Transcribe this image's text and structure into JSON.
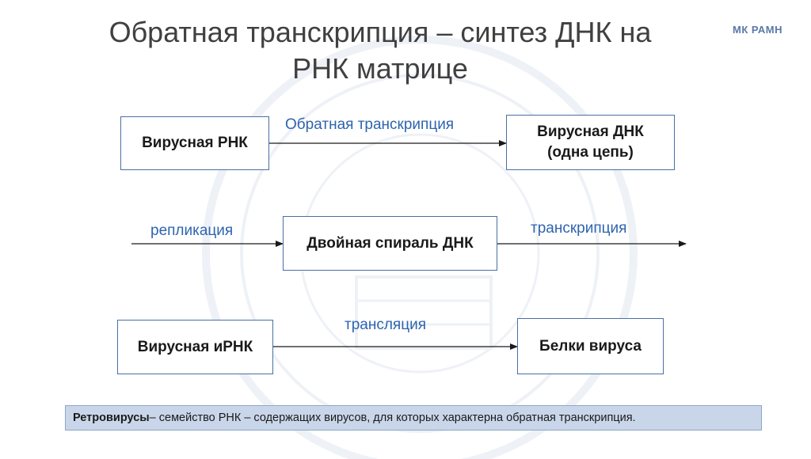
{
  "slide": {
    "title_line1": "Обратная транскрипция – синтез ДНК на",
    "title_line2": "РНК матрице",
    "logo": "МК РАМН"
  },
  "diagram": {
    "box_viral_rna": "Вирусная РНК",
    "box_viral_dna_line1": "Вирусная ДНК",
    "box_viral_dna_line2": "(одна цепь)",
    "box_double_helix": "Двойная спираль ДНК",
    "box_viral_mrna": "Вирусная иРНК",
    "box_virus_proteins": "Белки вируса",
    "label_reverse_transcription": "Обратная транскрипция",
    "label_replication": "репликация",
    "label_transcription": "транскрипция",
    "label_translation": "трансляция"
  },
  "footer": {
    "term": "Ретровирусы",
    "definition": " – семейство РНК – содержащих вирусов, для которых характерна обратная транскрипция."
  },
  "colors": {
    "label_blue": "#2e64b0",
    "box_border": "#4a6fa5",
    "note_background": "#c9d6ea"
  }
}
